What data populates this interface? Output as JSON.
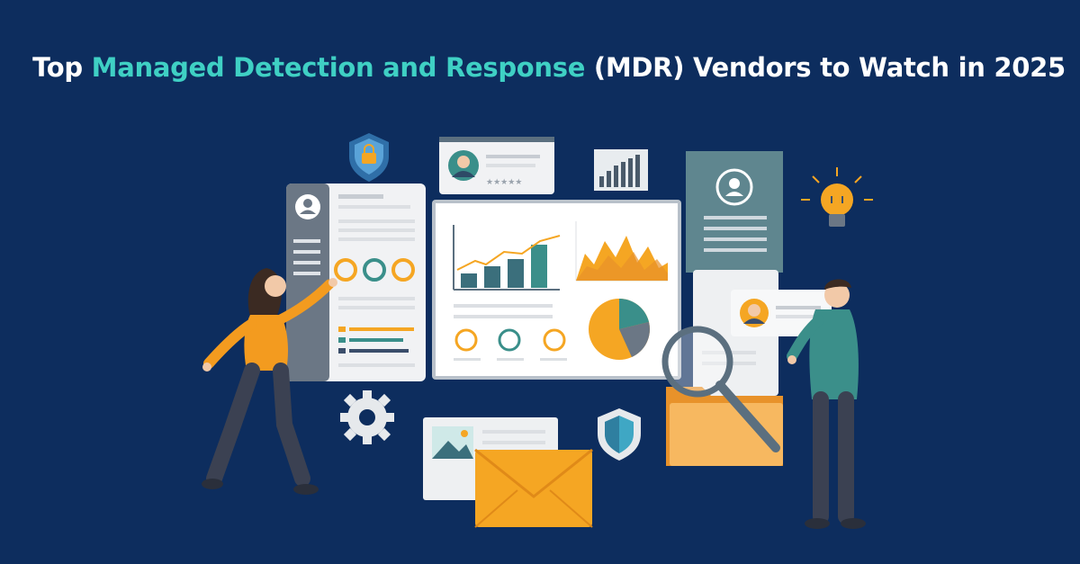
{
  "headline": {
    "prefix": "Top ",
    "highlight": "Managed Detection and Response",
    "suffix": " (MDR) Vendors to Watch in 2025"
  },
  "colors": {
    "background": "#0d2d5e",
    "accent_teal": "#3fd0c4",
    "accent_orange": "#f5a623",
    "white": "#ffffff"
  },
  "icons": [
    "shield-lock-icon",
    "lightbulb-icon",
    "gear-icon",
    "envelope-icon",
    "magnifier-icon",
    "folder-icon",
    "shield-icon",
    "bar-chart-icon"
  ]
}
